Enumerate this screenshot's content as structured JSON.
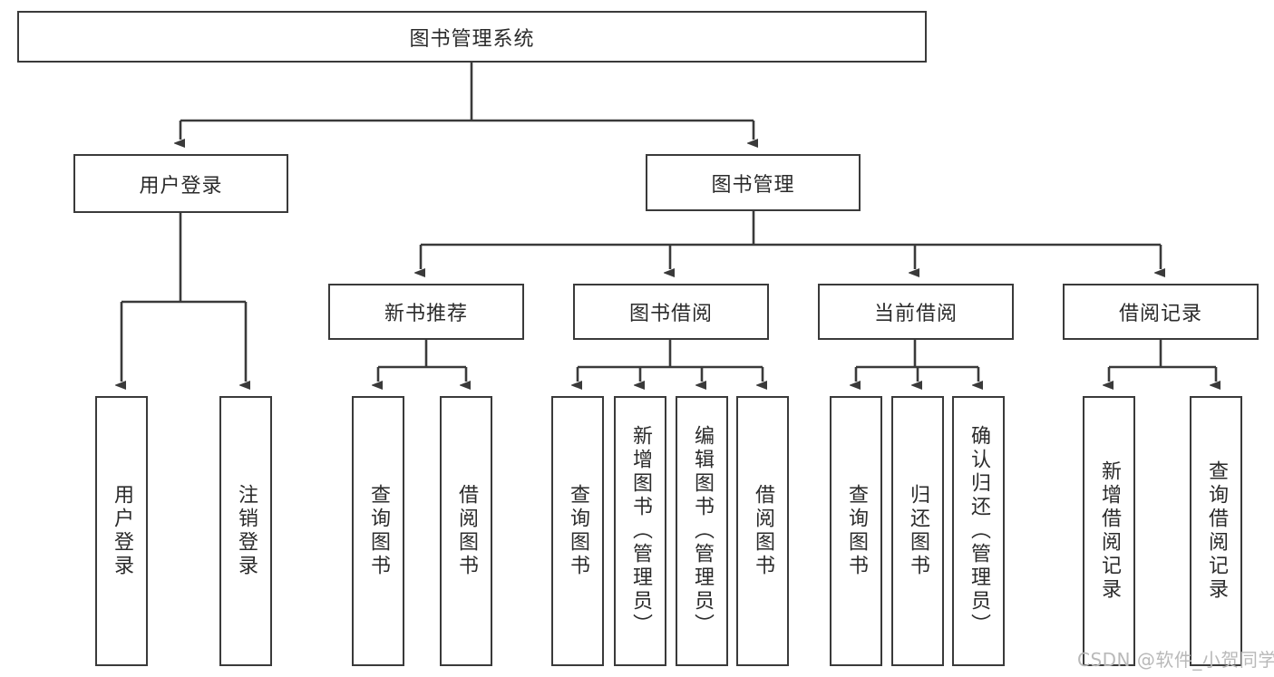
{
  "diagram": {
    "type": "tree-hierarchy-flowchart",
    "title": "图书管理系统",
    "root": {
      "id": "root",
      "label": "图书管理系统"
    },
    "level2": [
      {
        "id": "user-login",
        "label": "用户登录"
      },
      {
        "id": "book-manage",
        "label": "图书管理"
      }
    ],
    "level3": [
      {
        "id": "new-book-recommend",
        "label": "新书推荐",
        "parent": "book-manage"
      },
      {
        "id": "book-borrow",
        "label": "图书借阅",
        "parent": "book-manage"
      },
      {
        "id": "current-borrow",
        "label": "当前借阅",
        "parent": "book-manage"
      },
      {
        "id": "borrow-record",
        "label": "借阅记录",
        "parent": "book-manage"
      }
    ],
    "leaves": {
      "user_login": [
        {
          "id": "leaf-user-login",
          "label": "用户登录"
        },
        {
          "id": "leaf-user-logout",
          "label": "注销登录"
        }
      ],
      "new_book_recommend": [
        {
          "id": "leaf-query-book-1",
          "label": "查询图书"
        },
        {
          "id": "leaf-borrow-book-1",
          "label": "借阅图书"
        }
      ],
      "book_borrow": [
        {
          "id": "leaf-query-book-2",
          "label": "查询图书"
        },
        {
          "id": "leaf-add-book",
          "label": "新增图书（管理员）"
        },
        {
          "id": "leaf-edit-book",
          "label": "编辑图书（管理员）"
        },
        {
          "id": "leaf-borrow-book-2",
          "label": "借阅图书"
        }
      ],
      "current_borrow": [
        {
          "id": "leaf-query-book-3",
          "label": "查询图书"
        },
        {
          "id": "leaf-return-book",
          "label": "归还图书"
        },
        {
          "id": "leaf-confirm-return",
          "label": "确认归还（管理员）"
        }
      ],
      "borrow_record": [
        {
          "id": "leaf-add-borrow-record",
          "label": "新增借阅记录"
        },
        {
          "id": "leaf-query-borrow-record",
          "label": "查询借阅记录"
        }
      ]
    }
  },
  "watermark": {
    "text": "CSDN @软件_小贺同学"
  },
  "colors": {
    "box_border": "#3a3a3a",
    "edge_line": "#3a3a3a",
    "text": "#2b2b2b",
    "background": "#ffffff",
    "watermark_text": "#b9b9b9"
  }
}
